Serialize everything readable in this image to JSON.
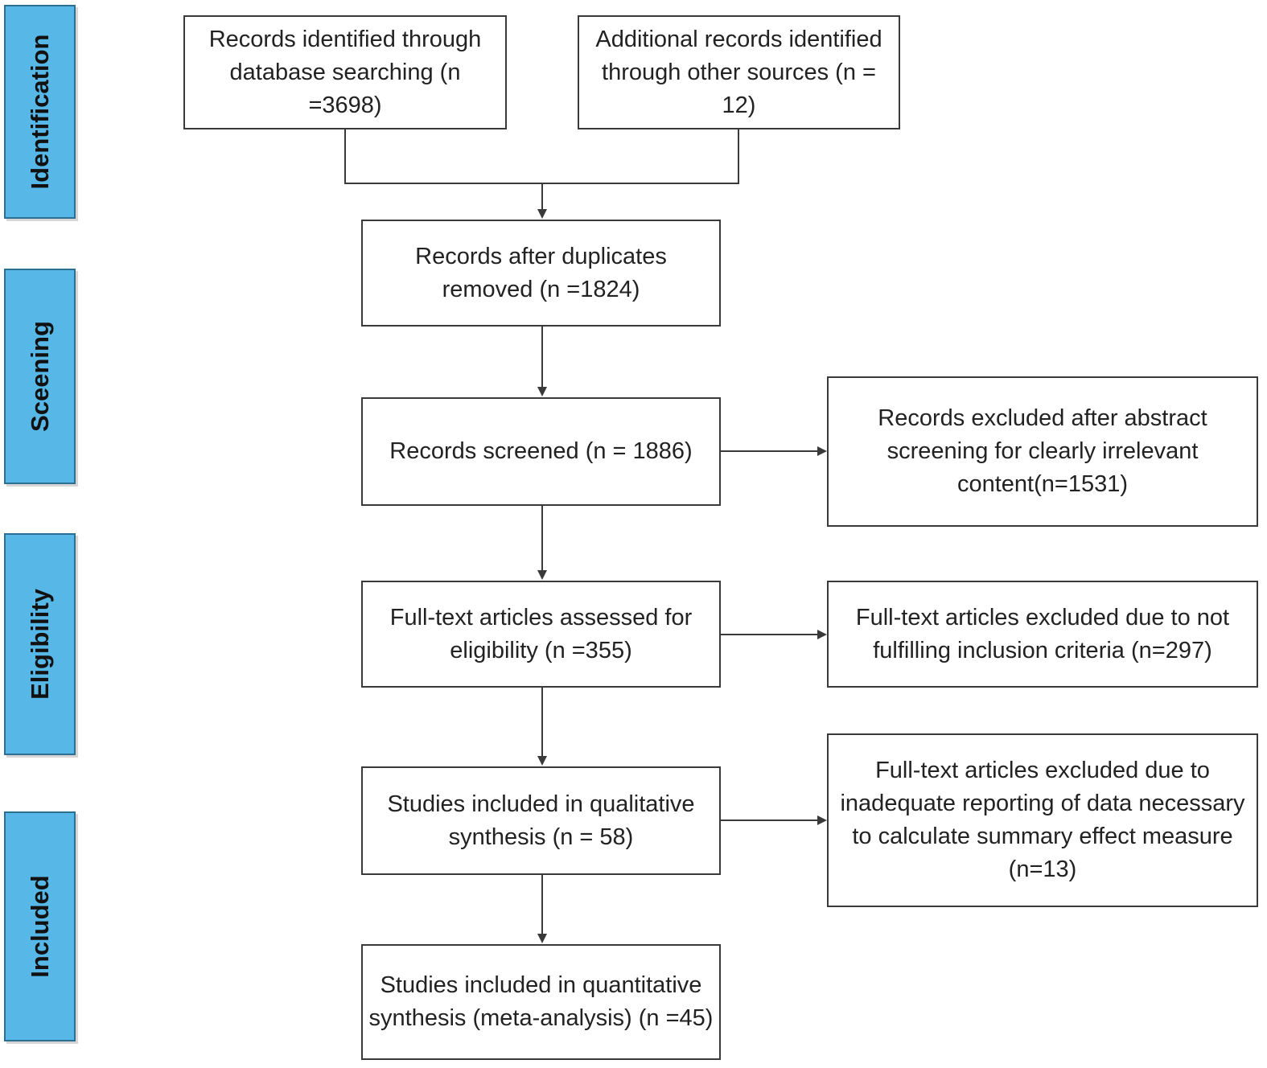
{
  "phases": {
    "identification": "Identification",
    "screening": "Sceening",
    "eligibility": "Eligibility",
    "included": "Included"
  },
  "boxes": {
    "database_records": "Records identified through database searching (n =3698)",
    "other_sources": "Additional records identified through other sources (n = 12)",
    "after_duplicates": "Records after duplicates removed (n =1824)",
    "screened": "Records screened (n = 1886)",
    "excluded_abstract": "Records excluded after abstract screening for clearly irrelevant content(n=1531)",
    "fulltext_assessed": "Full-text articles assessed for eligibility (n =355)",
    "excluded_criteria": "Full-text articles excluded due to not fulfilling inclusion criteria (n=297)",
    "qualitative": "Studies included in qualitative synthesis (n = 58)",
    "excluded_reporting": "Full-text articles excluded due to inadequate reporting of data necessary to calculate summary effect measure (n=13)",
    "quantitative": "Studies included in quantitative synthesis (meta-analysis) (n =45)"
  },
  "colors": {
    "phase_fill": "#57b7e6",
    "phase_border": "#2d6f93",
    "box_border": "#3a3a3a",
    "connector": "#3a3a3a"
  }
}
